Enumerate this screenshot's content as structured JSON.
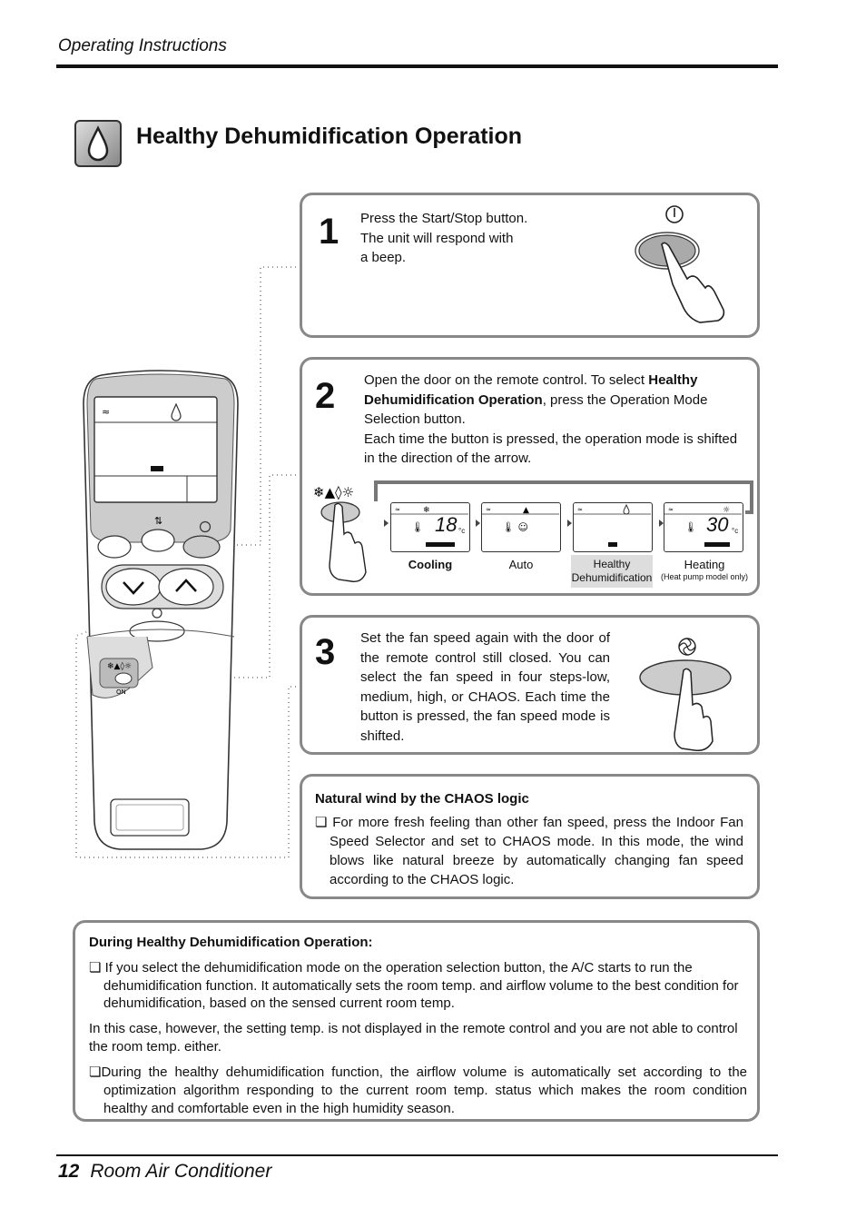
{
  "header": {
    "section": "Operating Instructions"
  },
  "title": {
    "text": "Healthy Dehumidification Operation",
    "icon": "water-drop-icon"
  },
  "step1": {
    "number": "1",
    "line1": "Press the Start/Stop button.",
    "line2": "The unit will respond with",
    "line3": "a beep."
  },
  "step2": {
    "number": "2",
    "part1": "Open the door on the remote control. To select ",
    "bold": "Healthy Dehumidification Operation",
    "part2": ", press the Operation Mode Selection button.",
    "part3": "Each time the button is pressed, the operation mode is shifted in the direction of the arrow.",
    "modes": [
      {
        "label": "Cooling",
        "sub": "",
        "display": "18",
        "unit": "°c"
      },
      {
        "label": "Auto",
        "sub": "",
        "display": "",
        "unit": ""
      },
      {
        "label": "Healthy",
        "sub": "Dehumidification",
        "display": "",
        "unit": ""
      },
      {
        "label": "Heating",
        "sub": "(Heat pump model only)",
        "display": "30",
        "unit": "°c"
      }
    ]
  },
  "step3": {
    "number": "3",
    "text": "Set the fan speed again with the door of the remote control still closed. You can select the fan speed in four steps-low, medium, high, or CHAOS. Each time the button is pressed, the fan speed mode is shifted."
  },
  "chaos": {
    "heading": "Natural wind by the CHAOS logic",
    "text": "❏ For more fresh feeling than other fan speed, press the Indoor Fan Speed Selector and set to CHAOS mode. In this mode, the wind blows like natural breeze by automatically changing fan speed according to the CHAOS logic."
  },
  "during": {
    "heading": "During Healthy Dehumidification Operation:",
    "bullet1": "❏ If you select the dehumidification mode on the operation selection button, the A/C starts to run the dehumidification function. It automatically sets the room temp. and airflow volume to the best condition for dehumidification, based on the sensed current room temp.",
    "para": "In this case, however, the setting temp. is not displayed in the remote control and you are not able to control the room temp. either.",
    "bullet2": "❏During the healthy dehumidification function, the airflow volume is automatically set according to the optimization algorithm responding to the current room temp. status which makes the room condition healthy and comfortable even in the high humidity season."
  },
  "remote": {
    "door_label": "ON"
  },
  "footer": {
    "page": "12",
    "text": "Room Air Conditioner"
  }
}
